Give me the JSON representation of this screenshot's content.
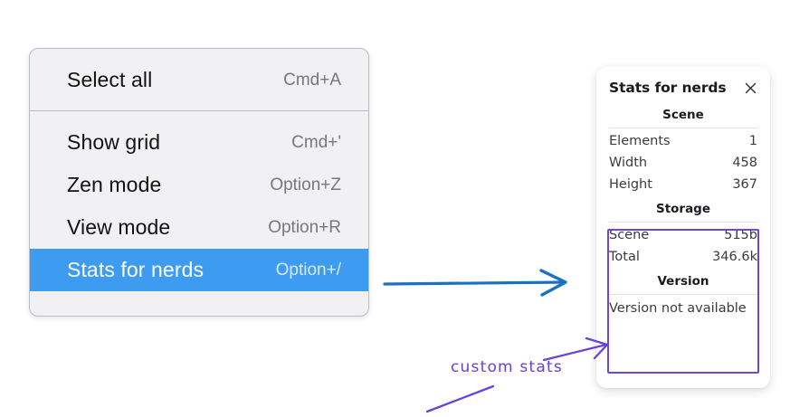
{
  "context_menu": {
    "groups": [
      {
        "items": [
          {
            "label": "Select all",
            "shortcut": "Cmd+A",
            "selected": false
          }
        ]
      },
      {
        "items": [
          {
            "label": "Show grid",
            "shortcut": "Cmd+'",
            "selected": false
          },
          {
            "label": "Zen mode",
            "shortcut": "Option+Z",
            "selected": false
          },
          {
            "label": "View mode",
            "shortcut": "Option+R",
            "selected": false
          },
          {
            "label": "Stats for nerds",
            "shortcut": "Option+/",
            "selected": true
          }
        ]
      }
    ],
    "highlight_color": "#3d9bf0"
  },
  "stats_panel": {
    "title": "Stats for nerds",
    "close_icon": "close-icon",
    "sections": [
      {
        "name": "Scene",
        "rows": [
          {
            "key": "Elements",
            "value": "1"
          },
          {
            "key": "Width",
            "value": "458"
          },
          {
            "key": "Height",
            "value": "367"
          }
        ]
      },
      {
        "name": "Storage",
        "rows": [
          {
            "key": "Scene",
            "value": "515b"
          },
          {
            "key": "Total",
            "value": "346.6k"
          }
        ]
      },
      {
        "name": "Version",
        "full_row": "Version not available"
      }
    ]
  },
  "annotations": {
    "custom_stats_label": "custom stats",
    "blue_arrow_color": "#1971c2",
    "purple_color": "#6741d9",
    "highlight_box_color": "#6f47d6"
  }
}
